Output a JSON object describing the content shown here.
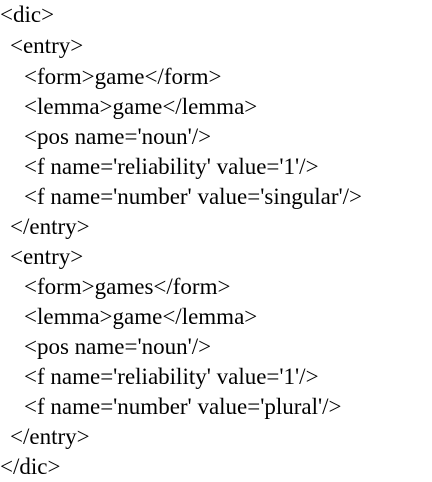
{
  "document": {
    "lines": [
      "<dic>",
      "<entry>",
      "<form>game</form>",
      "<lemma>game</lemma>",
      "<pos name='noun'/>",
      "<f name='reliability' value='1'/>",
      "<f name='number' value='singular'/>",
      "</entry>",
      "<entry>",
      "<form>games</form>",
      "<lemma>game</lemma>",
      "<pos name='noun'/>",
      "<f name='reliability' value='1'/>",
      "<f name='number' value='plural'/>",
      "</entry>",
      "</dic>"
    ]
  }
}
